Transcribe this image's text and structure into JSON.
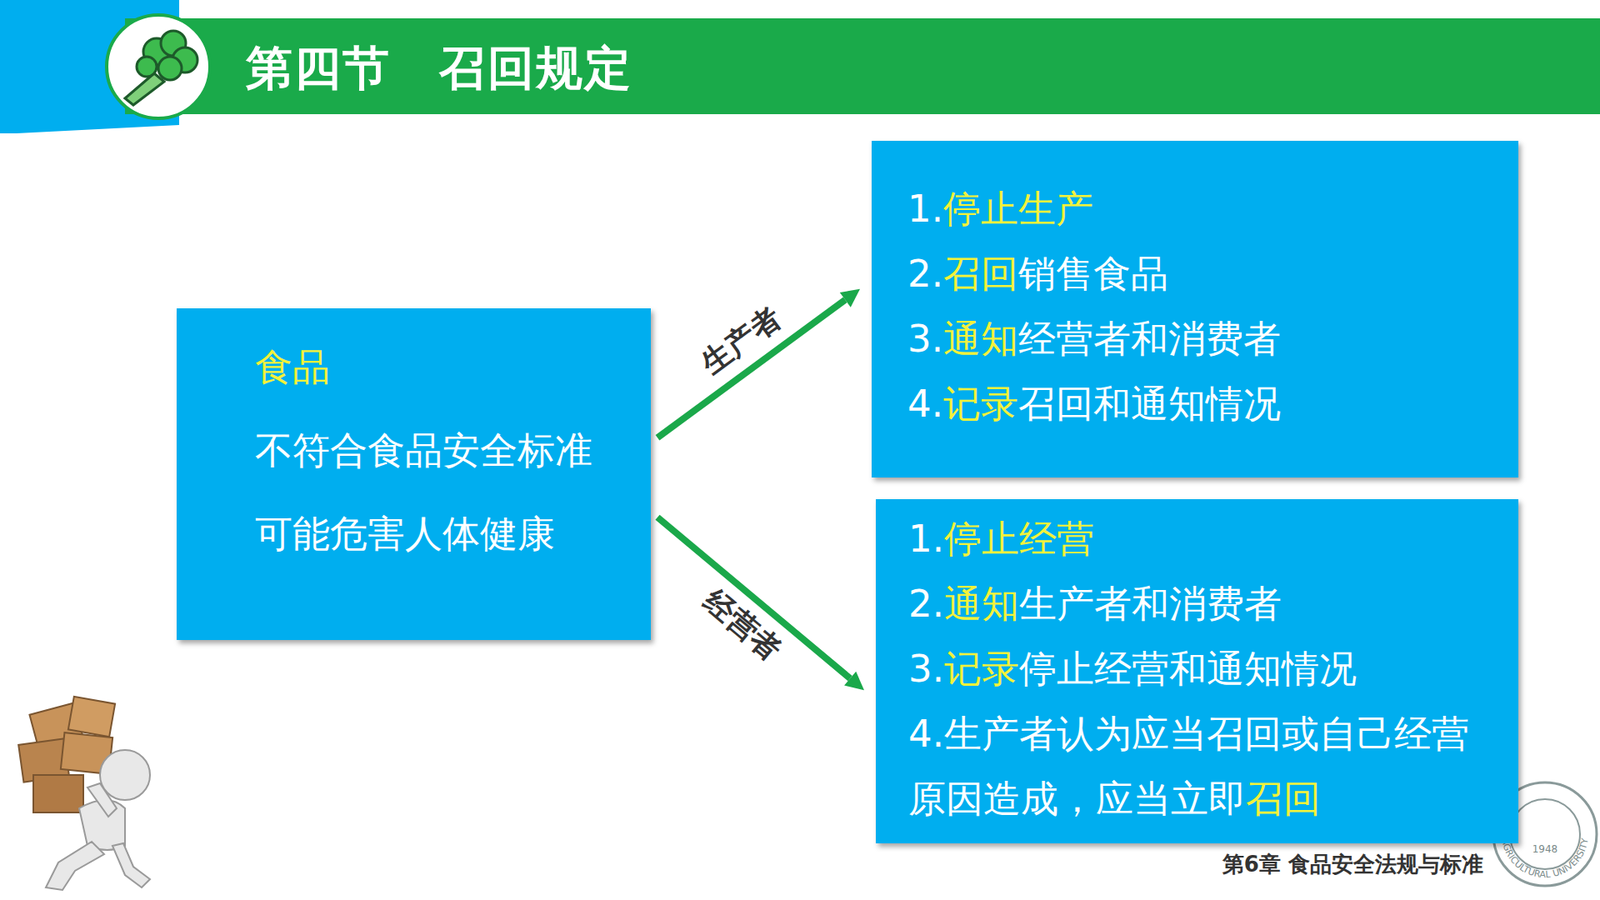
{
  "diagram": {
    "title": "第四节　召回规定",
    "nodes": [
      {
        "text": [
          "食品",
          "不符合食品安全标准",
          "可能危害人体健康"
        ]
      },
      {
        "text": [
          "1.停止生产",
          "2.召回销售食品",
          "3.通知经营者和消费者",
          "4.记录召回和通知情况"
        ]
      },
      {
        "text": [
          "1.停止经营",
          "2.通知生产者和消费者",
          "3.记录停止经营和通知情况",
          "4.生产者认为应当召回或自己经营 原因造成，应当立即召回"
        ]
      }
    ],
    "edges": [
      {
        "from": 0,
        "to": 1,
        "arrow": "to",
        "label": "生产者"
      },
      {
        "from": 0,
        "to": 2,
        "arrow": "to",
        "label": "经营者"
      }
    ],
    "labels": [
      "第6章 食品安全法规与标准",
      "AGRICULTURAL UNIVERSITY",
      "1948"
    ]
  }
}
